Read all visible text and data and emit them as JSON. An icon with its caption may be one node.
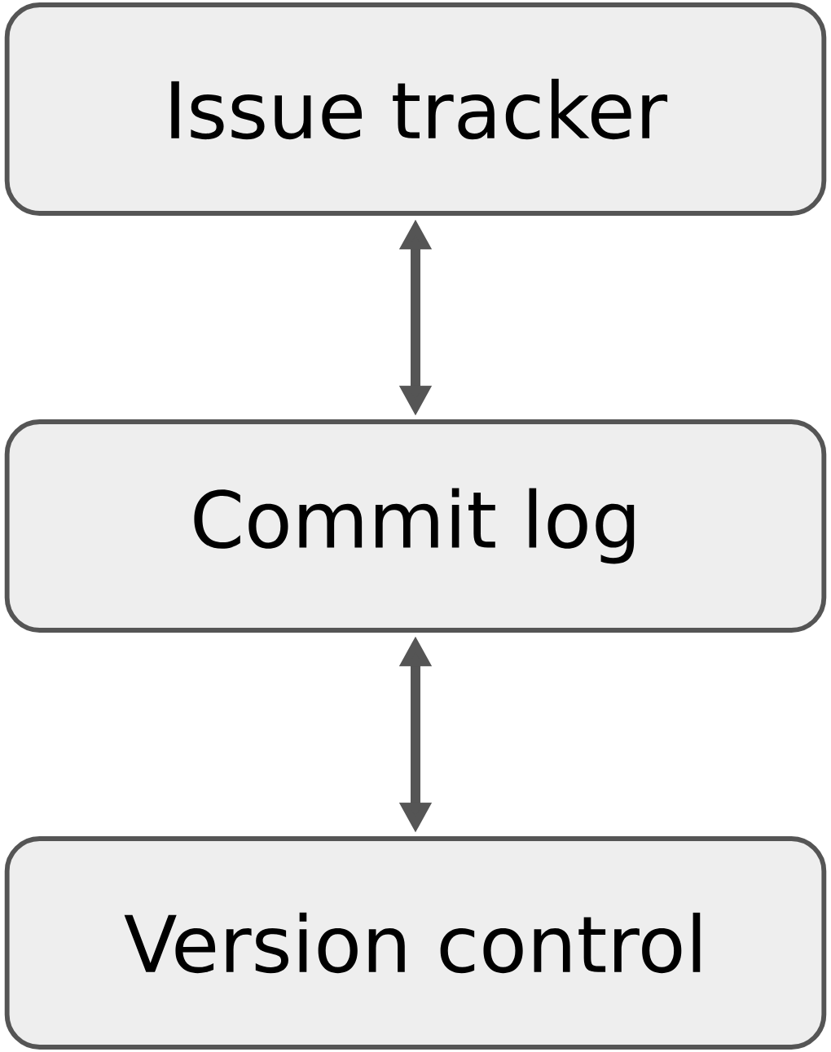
{
  "diagram": {
    "nodes": [
      {
        "text": [
          "Issue tracker"
        ]
      },
      {
        "text": [
          "Commit log"
        ]
      },
      {
        "text": [
          "Version control"
        ]
      }
    ],
    "edges": [
      {
        "from": 0,
        "to": 1,
        "arrow": "both"
      },
      {
        "from": 1,
        "to": 2,
        "arrow": "both"
      }
    ]
  }
}
